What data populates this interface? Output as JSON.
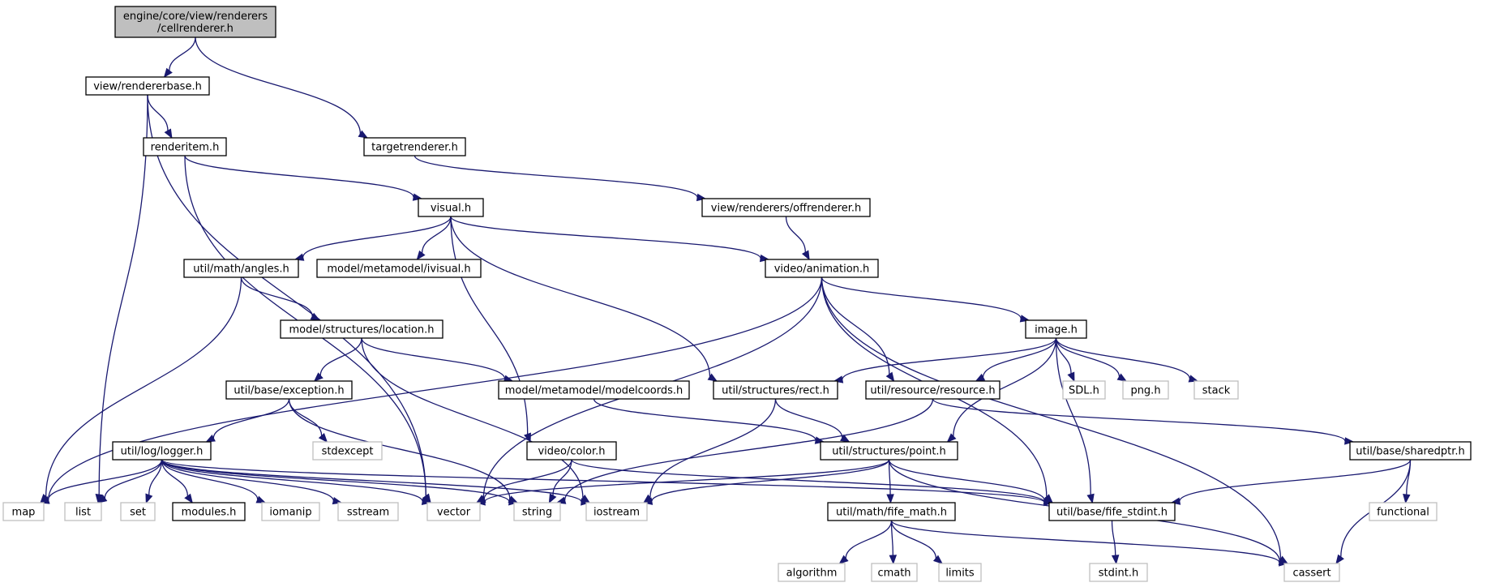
{
  "accent_colors": {
    "edge": "#191970",
    "root_fill": "#bfbfbf",
    "external_border": "#bfbfbf"
  },
  "nodes": {
    "root": {
      "label": [
        "engine/core/view/renderers",
        "/cellrenderer.h"
      ],
      "kind": "root"
    },
    "rendererbase": {
      "label": [
        "view/rendererbase.h"
      ],
      "kind": "file"
    },
    "targetrend": {
      "label": [
        "targetrenderer.h"
      ],
      "kind": "file"
    },
    "renderitem": {
      "label": [
        "renderitem.h"
      ],
      "kind": "file"
    },
    "visual": {
      "label": [
        "visual.h"
      ],
      "kind": "file"
    },
    "offrenderer": {
      "label": [
        "view/renderers/offrenderer.h"
      ],
      "kind": "file"
    },
    "angles": {
      "label": [
        "util/math/angles.h"
      ],
      "kind": "file"
    },
    "ivisual": {
      "label": [
        "model/metamodel/ivisual.h"
      ],
      "kind": "file"
    },
    "animation": {
      "label": [
        "video/animation.h"
      ],
      "kind": "file"
    },
    "location": {
      "label": [
        "model/structures/location.h"
      ],
      "kind": "file"
    },
    "image": {
      "label": [
        "image.h"
      ],
      "kind": "file"
    },
    "exception": {
      "label": [
        "util/base/exception.h"
      ],
      "kind": "file"
    },
    "modelcoords": {
      "label": [
        "model/metamodel/modelcoords.h"
      ],
      "kind": "file"
    },
    "rect": {
      "label": [
        "util/structures/rect.h"
      ],
      "kind": "file"
    },
    "resource": {
      "label": [
        "util/resource/resource.h"
      ],
      "kind": "file"
    },
    "sdl": {
      "label": [
        "SDL.h"
      ],
      "kind": "ext"
    },
    "png": {
      "label": [
        "png.h"
      ],
      "kind": "ext"
    },
    "stack": {
      "label": [
        "stack"
      ],
      "kind": "ext"
    },
    "logger": {
      "label": [
        "util/log/logger.h"
      ],
      "kind": "file"
    },
    "stdexcept": {
      "label": [
        "stdexcept"
      ],
      "kind": "ext"
    },
    "color": {
      "label": [
        "video/color.h"
      ],
      "kind": "file"
    },
    "point": {
      "label": [
        "util/structures/point.h"
      ],
      "kind": "file"
    },
    "sharedptr": {
      "label": [
        "util/base/sharedptr.h"
      ],
      "kind": "file"
    },
    "map": {
      "label": [
        "map"
      ],
      "kind": "ext"
    },
    "list": {
      "label": [
        "list"
      ],
      "kind": "ext"
    },
    "set": {
      "label": [
        "set"
      ],
      "kind": "ext"
    },
    "modules": {
      "label": [
        "modules.h"
      ],
      "kind": "file"
    },
    "iomanip": {
      "label": [
        "iomanip"
      ],
      "kind": "ext"
    },
    "sstream": {
      "label": [
        "sstream"
      ],
      "kind": "ext"
    },
    "vector": {
      "label": [
        "vector"
      ],
      "kind": "ext"
    },
    "string": {
      "label": [
        "string"
      ],
      "kind": "ext"
    },
    "iostream": {
      "label": [
        "iostream"
      ],
      "kind": "ext"
    },
    "fifemath": {
      "label": [
        "util/math/fife_math.h"
      ],
      "kind": "file"
    },
    "fifestdint": {
      "label": [
        "util/base/fife_stdint.h"
      ],
      "kind": "file"
    },
    "functional": {
      "label": [
        "functional"
      ],
      "kind": "ext"
    },
    "algorithm": {
      "label": [
        "algorithm"
      ],
      "kind": "ext"
    },
    "cmath": {
      "label": [
        "cmath"
      ],
      "kind": "ext"
    },
    "limits": {
      "label": [
        "limits"
      ],
      "kind": "ext"
    },
    "stdint": {
      "label": [
        "stdint.h"
      ],
      "kind": "ext"
    },
    "cassert": {
      "label": [
        "cassert"
      ],
      "kind": "ext"
    }
  },
  "edges": [
    [
      "root",
      "rendererbase"
    ],
    [
      "root",
      "targetrend"
    ],
    [
      "rendererbase",
      "renderitem"
    ],
    [
      "rendererbase",
      "list"
    ],
    [
      "rendererbase",
      "vector"
    ],
    [
      "renderitem",
      "visual"
    ],
    [
      "renderitem",
      "vector"
    ],
    [
      "targetrend",
      "offrenderer"
    ],
    [
      "offrenderer",
      "animation"
    ],
    [
      "visual",
      "angles"
    ],
    [
      "visual",
      "ivisual"
    ],
    [
      "visual",
      "animation"
    ],
    [
      "visual",
      "rect"
    ],
    [
      "visual",
      "color"
    ],
    [
      "angles",
      "location"
    ],
    [
      "angles",
      "map"
    ],
    [
      "animation",
      "map"
    ],
    [
      "animation",
      "vector"
    ],
    [
      "animation",
      "image"
    ],
    [
      "animation",
      "resource"
    ],
    [
      "animation",
      "fifestdint"
    ],
    [
      "animation",
      "cassert"
    ],
    [
      "location",
      "exception"
    ],
    [
      "location",
      "modelcoords"
    ],
    [
      "location",
      "iostream"
    ],
    [
      "exception",
      "logger"
    ],
    [
      "exception",
      "stdexcept"
    ],
    [
      "exception",
      "string"
    ],
    [
      "modelcoords",
      "point"
    ],
    [
      "image",
      "rect"
    ],
    [
      "image",
      "resource"
    ],
    [
      "image",
      "point"
    ],
    [
      "image",
      "sdl"
    ],
    [
      "image",
      "png"
    ],
    [
      "image",
      "stack"
    ],
    [
      "image",
      "fifestdint"
    ],
    [
      "rect",
      "point"
    ],
    [
      "rect",
      "iostream"
    ],
    [
      "resource",
      "string"
    ],
    [
      "resource",
      "sharedptr"
    ],
    [
      "logger",
      "map"
    ],
    [
      "logger",
      "list"
    ],
    [
      "logger",
      "set"
    ],
    [
      "logger",
      "modules"
    ],
    [
      "logger",
      "iomanip"
    ],
    [
      "logger",
      "sstream"
    ],
    [
      "logger",
      "vector"
    ],
    [
      "logger",
      "string"
    ],
    [
      "logger",
      "iostream"
    ],
    [
      "logger",
      "fifestdint"
    ],
    [
      "color",
      "vector"
    ],
    [
      "color",
      "string"
    ],
    [
      "color",
      "fifestdint"
    ],
    [
      "point",
      "vector"
    ],
    [
      "point",
      "iostream"
    ],
    [
      "point",
      "fifemath"
    ],
    [
      "point",
      "fifestdint"
    ],
    [
      "point",
      "cassert"
    ],
    [
      "sharedptr",
      "fifestdint"
    ],
    [
      "sharedptr",
      "functional"
    ],
    [
      "sharedptr",
      "cassert"
    ],
    [
      "fifemath",
      "algorithm"
    ],
    [
      "fifemath",
      "cmath"
    ],
    [
      "fifemath",
      "limits"
    ],
    [
      "fifemath",
      "cassert"
    ],
    [
      "fifestdint",
      "stdint"
    ]
  ]
}
